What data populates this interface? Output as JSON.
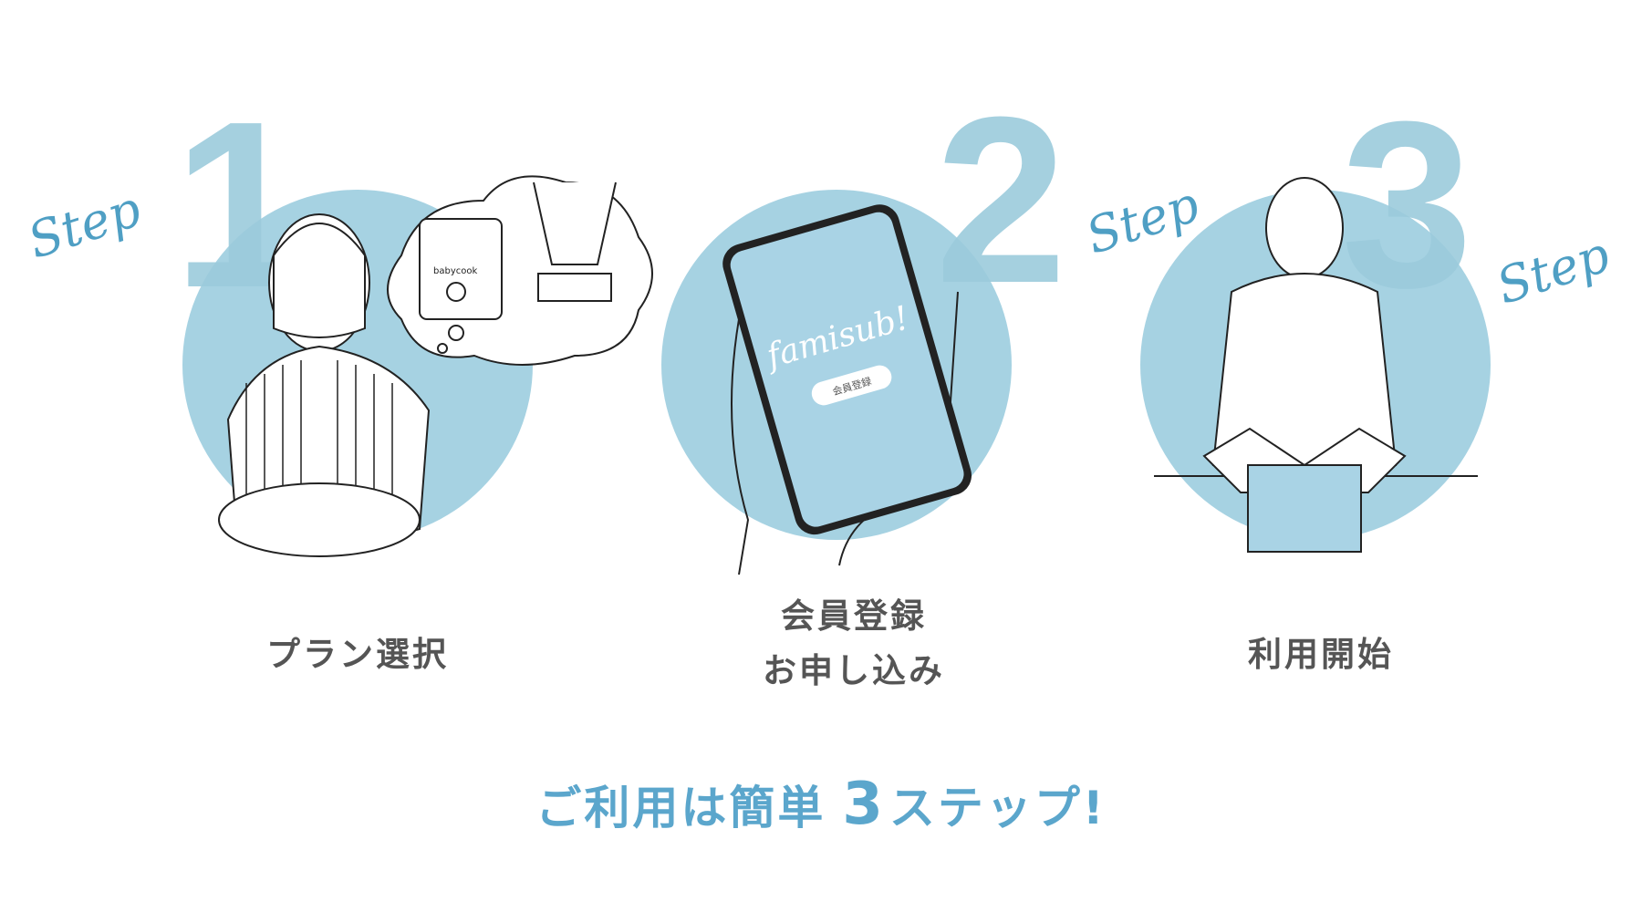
{
  "steps": [
    {
      "number": "1",
      "step_text": "Step",
      "label_lines": [
        "プラン選択"
      ],
      "illustration_text": "babycook"
    },
    {
      "number": "2",
      "step_text": "Step",
      "label_lines": [
        "会員登録",
        "お申し込み"
      ],
      "phone": {
        "logo": "famisub!",
        "button": "会員登録"
      }
    },
    {
      "number": "3",
      "step_text": "Step",
      "label_lines": [
        "利用開始"
      ]
    }
  ],
  "heading": {
    "prefix": "ご利用は簡単",
    "number": "3",
    "suffix": "ステップ!"
  },
  "colors": {
    "accent": "#5ba6cc",
    "circle": "#a6d2e2",
    "text": "#555555"
  }
}
